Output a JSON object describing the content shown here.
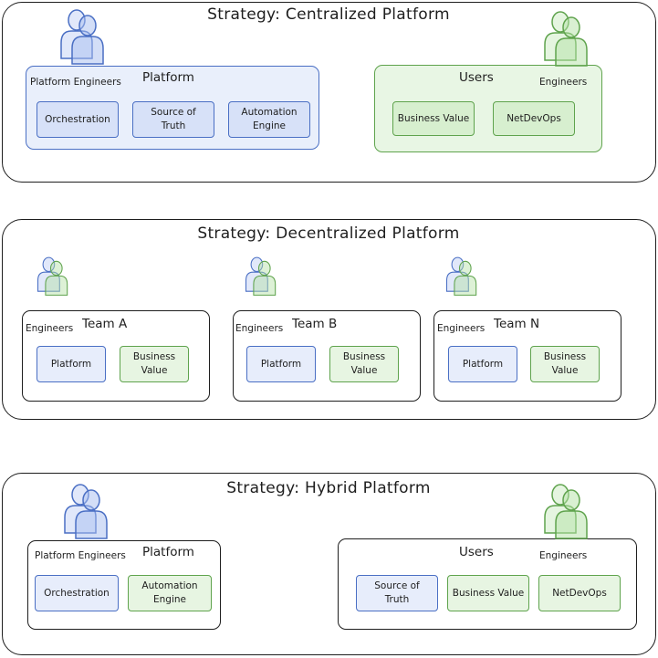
{
  "strategies": {
    "centralized": {
      "title": "Strategy: Centralized Platform",
      "platform_group": {
        "title": "Platform",
        "label": "Platform Engineers",
        "boxes": [
          "Orchestration",
          "Source of\nTruth",
          "Automation\nEngine"
        ]
      },
      "users_group": {
        "title": "Users",
        "label": "Engineers",
        "boxes": [
          "Business Value",
          "NetDevOps"
        ]
      }
    },
    "decentralized": {
      "title": "Strategy: Decentralized Platform",
      "teams": [
        {
          "title": "Team A",
          "label": "Engineers",
          "platform": "Platform",
          "value": "Business\nValue"
        },
        {
          "title": "Team B",
          "label": "Engineers",
          "platform": "Platform",
          "value": "Business\nValue"
        },
        {
          "title": "Team N",
          "label": "Engineers",
          "platform": "Platform",
          "value": "Business\nValue"
        }
      ]
    },
    "hybrid": {
      "title": "Strategy: Hybrid Platform",
      "platform_group": {
        "title": "Platform",
        "label": "Platform Engineers",
        "boxes": [
          "Orchestration",
          "Automation\nEngine"
        ]
      },
      "users_group": {
        "title": "Users",
        "label": "Engineers",
        "boxes": [
          "Source of\nTruth",
          "Business Value",
          "NetDevOps"
        ]
      }
    }
  },
  "colors": {
    "blue_stroke": "#4a6fc4",
    "green_stroke": "#5fa34d",
    "ink": "#1e1e1e"
  },
  "icons": {
    "platform_engineers": "people-group-blue-icon",
    "engineers": "people-group-green-icon"
  }
}
